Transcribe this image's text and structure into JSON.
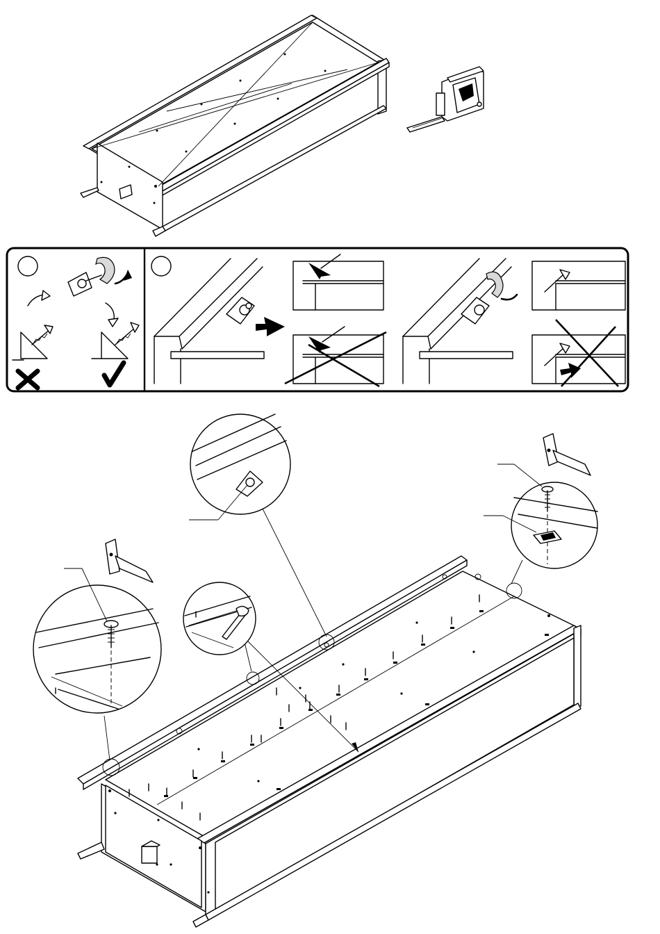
{
  "figure": {
    "panels": [
      {
        "name": "carcass-top-view"
      },
      {
        "name": "tape-measure"
      },
      {
        "name": "instruction-strip"
      },
      {
        "name": "main-assembly"
      }
    ],
    "callouts": [
      {
        "name": "detail-corner-connector"
      },
      {
        "name": "detail-screw-left"
      },
      {
        "name": "detail-screw-right"
      },
      {
        "name": "detail-pencil-marking"
      }
    ]
  }
}
